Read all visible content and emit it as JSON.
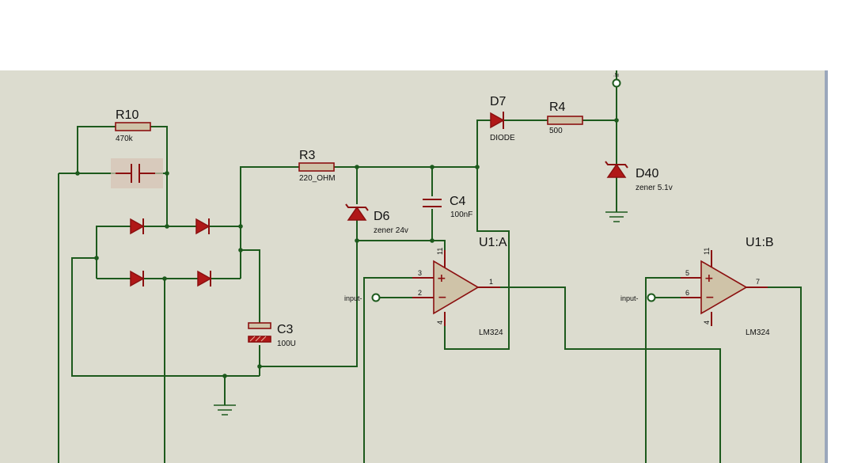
{
  "components": {
    "r10": {
      "ref": "R10",
      "value": "470k"
    },
    "r3": {
      "ref": "R3",
      "value": "220_OHM"
    },
    "d7": {
      "ref": "D7",
      "value": "DIODE"
    },
    "r4": {
      "ref": "R4",
      "value": "500"
    },
    "d40": {
      "ref": "D40",
      "value": "zener 5.1v"
    },
    "d6": {
      "ref": "D6",
      "value": "zener 24v"
    },
    "c4": {
      "ref": "C4",
      "value": "100nF"
    },
    "c3": {
      "ref": "C3",
      "value": "100U"
    },
    "u1a": {
      "ref": "U1:A",
      "value": "LM324",
      "pins": [
        "11",
        "3",
        "2",
        "1",
        "4"
      ],
      "plus": "+",
      "minus": "−"
    },
    "u1b": {
      "ref": "U1:B",
      "value": "LM324",
      "pins": [
        "11",
        "5",
        "6",
        "7",
        "4"
      ],
      "plus": "+",
      "minus": "−"
    }
  },
  "terminals": {
    "input_a": "input-",
    "input_b": "input-",
    "top": "ir"
  },
  "colors": {
    "wire": "#1d5a1d",
    "component": "#8b1010",
    "sheet": "#dcdccf"
  }
}
